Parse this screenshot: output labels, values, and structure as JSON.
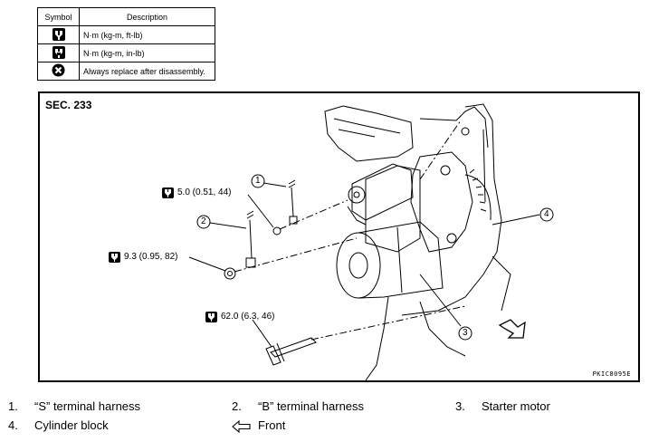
{
  "symbol_table": {
    "header_symbol": "Symbol",
    "header_description": "Description",
    "rows": [
      {
        "icon": "torque-wrench-icon",
        "description": "N·m (kg-m, ft-lb)"
      },
      {
        "icon": "torque-wrench-inlb-icon",
        "description": "N·m (kg-m, in-lb)"
      },
      {
        "icon": "always-replace-icon",
        "description": "Always replace after disassembly."
      }
    ]
  },
  "diagram": {
    "section": "SEC. 233",
    "code": "PKIC8095E",
    "torques": [
      "5.0 (0.51, 44)",
      "9.3 (0.95, 82)",
      "62.0 (6.3, 46)"
    ],
    "callouts": [
      "1",
      "2",
      "3",
      "4"
    ]
  },
  "legend": [
    {
      "num": "1.",
      "text": "“S” terminal harness"
    },
    {
      "num": "2.",
      "text": "“B” terminal harness"
    },
    {
      "num": "3.",
      "text": "Starter motor"
    },
    {
      "num": "4.",
      "text": "Cylinder block"
    },
    {
      "num": "",
      "text": "Front",
      "icon": "front-arrow-icon"
    }
  ]
}
